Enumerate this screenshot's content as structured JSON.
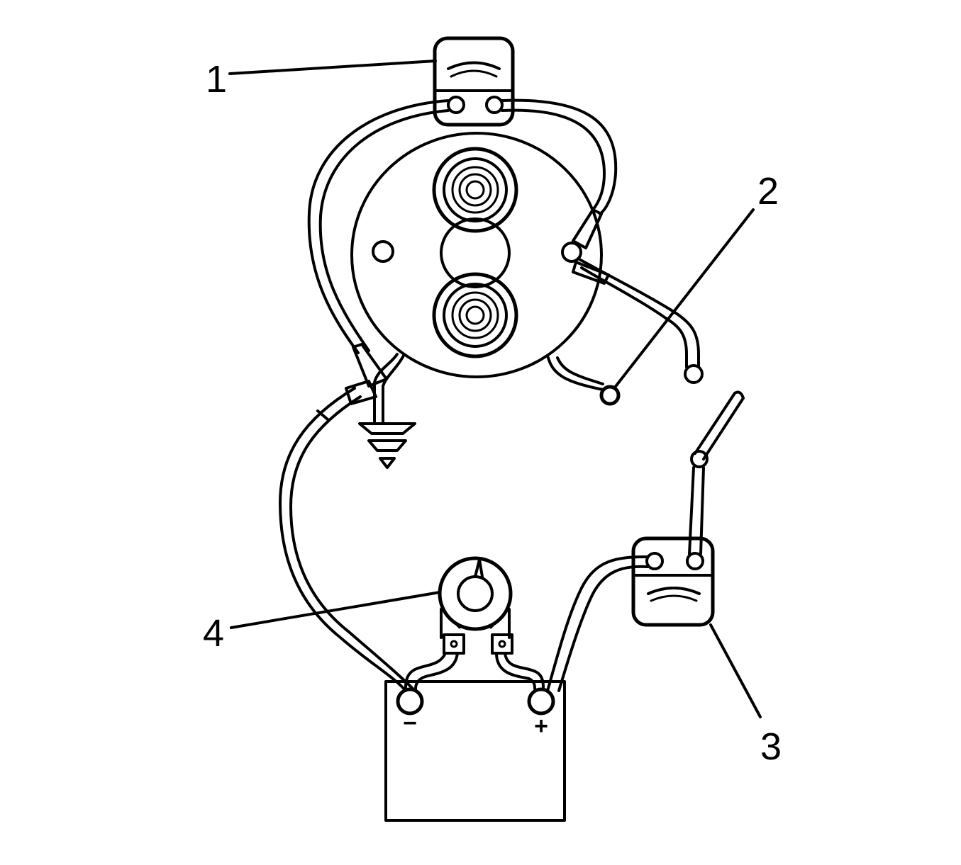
{
  "callouts": {
    "c1": "1",
    "c2": "2",
    "c3": "3",
    "c4": "4"
  },
  "battery": {
    "negative_symbol": "−",
    "positive_symbol": "+"
  },
  "colors": {
    "ink": "#000000",
    "background": "#ffffff"
  }
}
